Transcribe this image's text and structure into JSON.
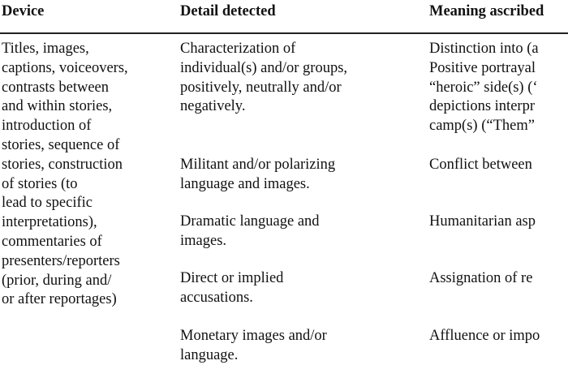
{
  "table": {
    "headers": [
      "Device",
      "Detail detected",
      "Meaning ascribed"
    ],
    "device_lines": [
      "Titles, images,",
      "captions, voiceovers,",
      "contrasts between",
      "and within stories,",
      "introduction of",
      "stories, sequence of",
      "stories, construction",
      "of stories (to",
      "lead to specific",
      "interpretations),",
      "commentaries of",
      "presenters/reporters",
      "(prior, during and/",
      "or after reportages)"
    ],
    "details": [
      [
        "Characterization of",
        "individual(s) and/or groups,",
        "positively, neutrally and/or",
        "negatively."
      ],
      [
        "Militant and/or polarizing",
        "language and images."
      ],
      [
        "Dramatic language and",
        "images."
      ],
      [
        "Direct or implied",
        "accusations."
      ],
      [
        "Monetary images and/or",
        "language."
      ]
    ],
    "meanings": [
      [
        "Distinction into (a",
        "Positive portrayal",
        "“heroic” side(s) (‘",
        "depictions interpr",
        "camp(s) (“Them”"
      ],
      [
        "Conflict between"
      ],
      [
        "Humanitarian asp"
      ],
      [
        "Assignation of re"
      ],
      [
        "Affluence or impo"
      ]
    ]
  }
}
